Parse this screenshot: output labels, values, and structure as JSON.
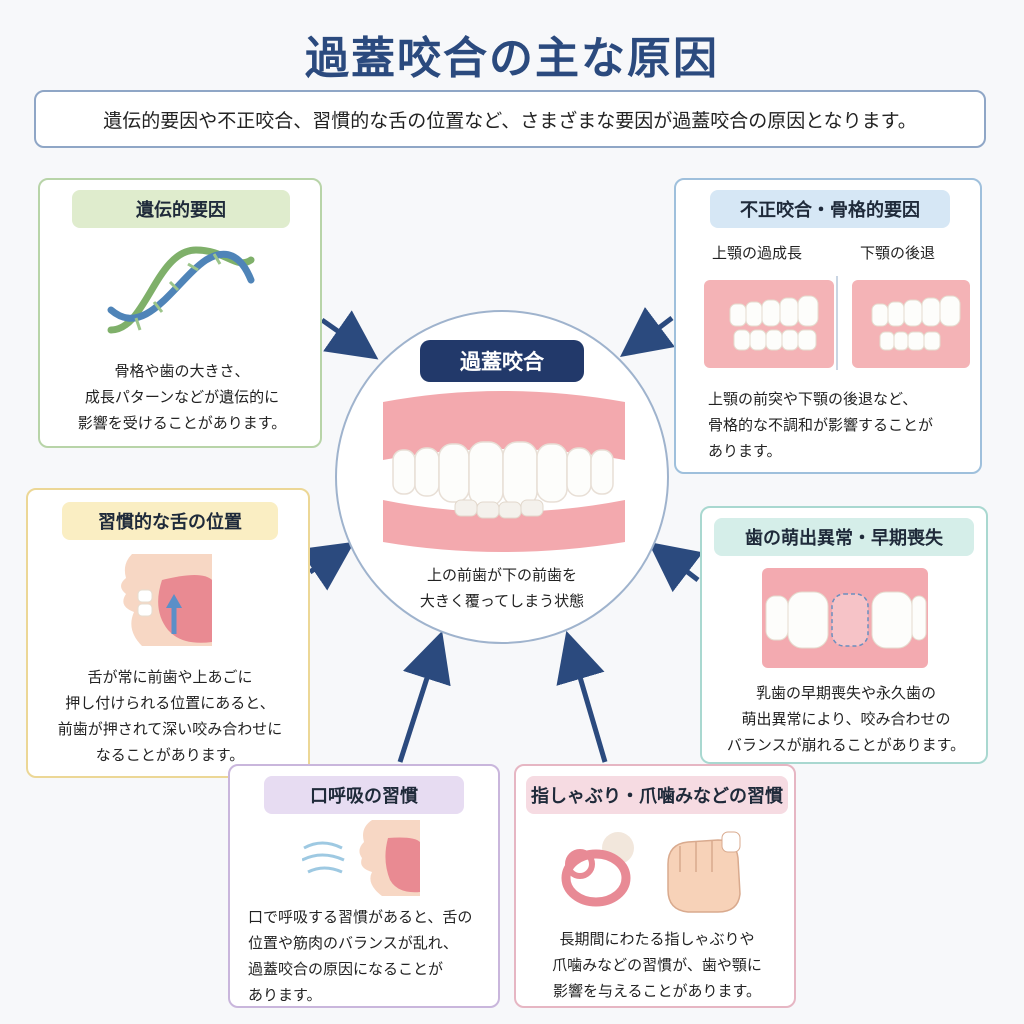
{
  "title": "過蓋咬合の主な原因",
  "subtitle": "遺伝的要因や不正咬合、習慣的な舌の位置など、さまざまな要因が過蓋咬合の原因となります。",
  "center": {
    "label": "過蓋咬合",
    "desc_line1": "上の前歯が下の前歯を",
    "desc_line2": "大きく覆ってしまう状態"
  },
  "cards": {
    "genetic": {
      "title": "遺伝的要因",
      "line1": "骨格や歯の大きさ、",
      "line2": "成長パターンなどが遺伝的に",
      "line3": "影響を受けることがあります。",
      "icon": "dna-helix-icon"
    },
    "skeletal": {
      "title": "不正咬合・骨格的要因",
      "label_left": "上顎の過成長",
      "label_right": "下顎の後退",
      "line1": "上顎の前突や下顎の後退など、",
      "line2": "骨格的な不調和が影響することが",
      "line3": "あります。"
    },
    "tongue": {
      "title": "習慣的な舌の位置",
      "line1": "舌が常に前歯や上あごに",
      "line2": "押し付けられる位置にあると、",
      "line3": "前歯が押されて深い咬み合わせに",
      "line4": "なることがあります。"
    },
    "eruption": {
      "title": "歯の萌出異常・早期喪失",
      "line1": "乳歯の早期喪失や永久歯の",
      "line2": "萌出異常により、咬み合わせの",
      "line3": "バランスが崩れることがあります。"
    },
    "mouth_breathing": {
      "title": "口呼吸の習慣",
      "line1": "口で呼吸する習慣があると、舌の",
      "line2": "位置や筋肉のバランスが乱れ、",
      "line3": "過蓋咬合の原因になることが",
      "line4": "あります。"
    },
    "habits": {
      "title": "指しゃぶり・爪噛みなどの習慣",
      "line1": "長期間にわたる指しゃぶりや",
      "line2": "爪噛みなどの習慣が、歯や顎に",
      "line3": "影響を与えることがあります。"
    }
  },
  "colors": {
    "title": "#2b4a7e",
    "arrow": "#2b4a7e",
    "center_tag": "#22396a"
  }
}
